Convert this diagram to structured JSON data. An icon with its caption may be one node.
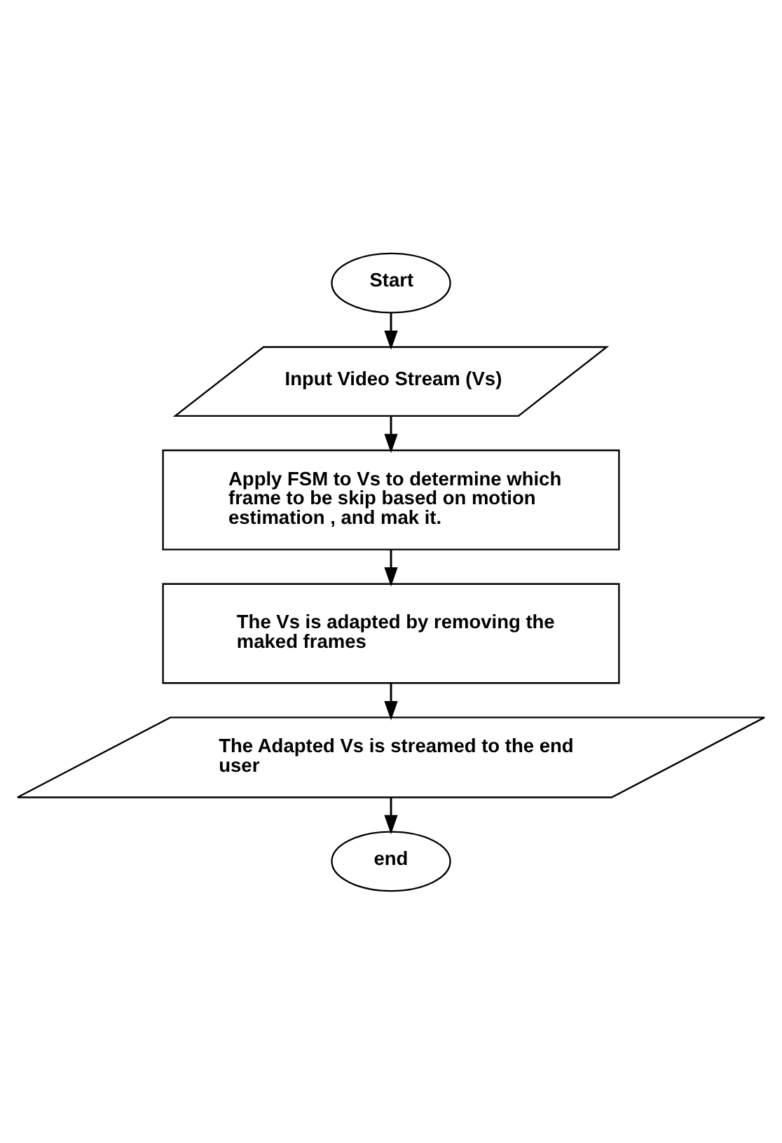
{
  "diagram": {
    "nodes": [
      {
        "text": [
          "Start"
        ]
      },
      {
        "text": [
          "Input Video Stream (Vs)"
        ]
      },
      {
        "text": [
          "Apply FSM to Vs to determine which frame to be skip based on motion estimation , and mak it."
        ]
      },
      {
        "text": [
          "The Vs is adapted by removing the maked frames"
        ]
      },
      {
        "text": [
          "The Adapted Vs is streamed to the end user"
        ]
      },
      {
        "text": [
          "end"
        ]
      }
    ],
    "edges": [
      {
        "from": 0,
        "to": 1,
        "arrow": "to"
      },
      {
        "from": 1,
        "to": 2,
        "arrow": "to"
      },
      {
        "from": 2,
        "to": 3,
        "arrow": "to"
      },
      {
        "from": 3,
        "to": 4,
        "arrow": "to"
      },
      {
        "from": 4,
        "to": 5,
        "arrow": "to"
      }
    ]
  }
}
